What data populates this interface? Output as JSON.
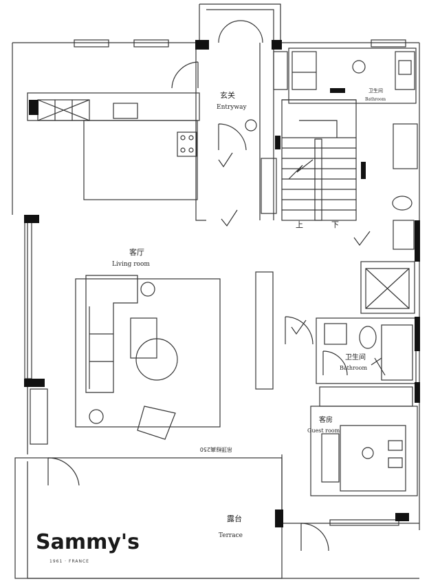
{
  "rooms": {
    "entryway": {
      "zh": "玄关",
      "en": "Entryway"
    },
    "bathroom_top": {
      "zh": "卫生间",
      "en": "Bathroom"
    },
    "living_room": {
      "zh": "客厅",
      "en": "Living room"
    },
    "bathroom_mid": {
      "zh": "卫生间",
      "en": "Bathroom"
    },
    "guest_room": {
      "zh": "客房",
      "en": "Guest room"
    },
    "terrace": {
      "zh": "露台",
      "en": "Terrace"
    }
  },
  "stair": {
    "up": "上",
    "down": "下"
  },
  "note_rotated": "吊顶标高250",
  "logo": {
    "name": "Sammy's",
    "tagline": "1961 · FRANCE"
  },
  "colors": {
    "wall": "#111111",
    "line": "#333333",
    "accent": "#000000"
  }
}
